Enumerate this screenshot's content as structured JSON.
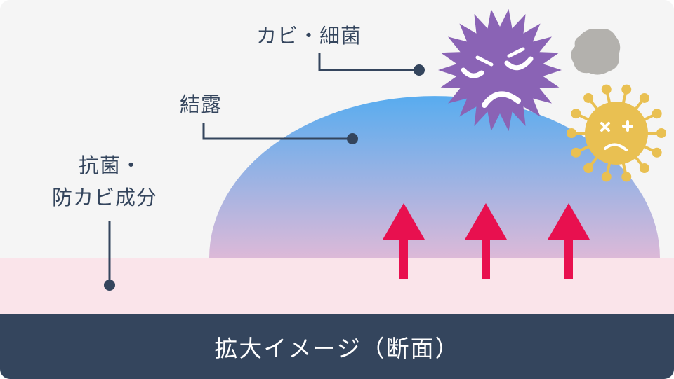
{
  "labels": {
    "mold_bacteria": "カビ・細菌",
    "condensation": "結露",
    "antibacterial_line1": "抗菌・",
    "antibacterial_line2": "防カビ成分"
  },
  "footer": {
    "caption": "拡大イメージ（断面）"
  },
  "colors": {
    "background": "#f5f5f5",
    "coating_layer": "#fae4ea",
    "footer": "#34455d",
    "droplet_top": "#58acef",
    "droplet_bottom": "#dcb9d8",
    "arrow": "#e8104f",
    "mold": "#8a63b5",
    "dust": "#b3b1ad",
    "virus": "#e9c052",
    "text": "#34455d"
  },
  "icons": [
    "mold-germ-icon",
    "dust-particle-icon",
    "virus-icon",
    "up-arrow-icon"
  ]
}
